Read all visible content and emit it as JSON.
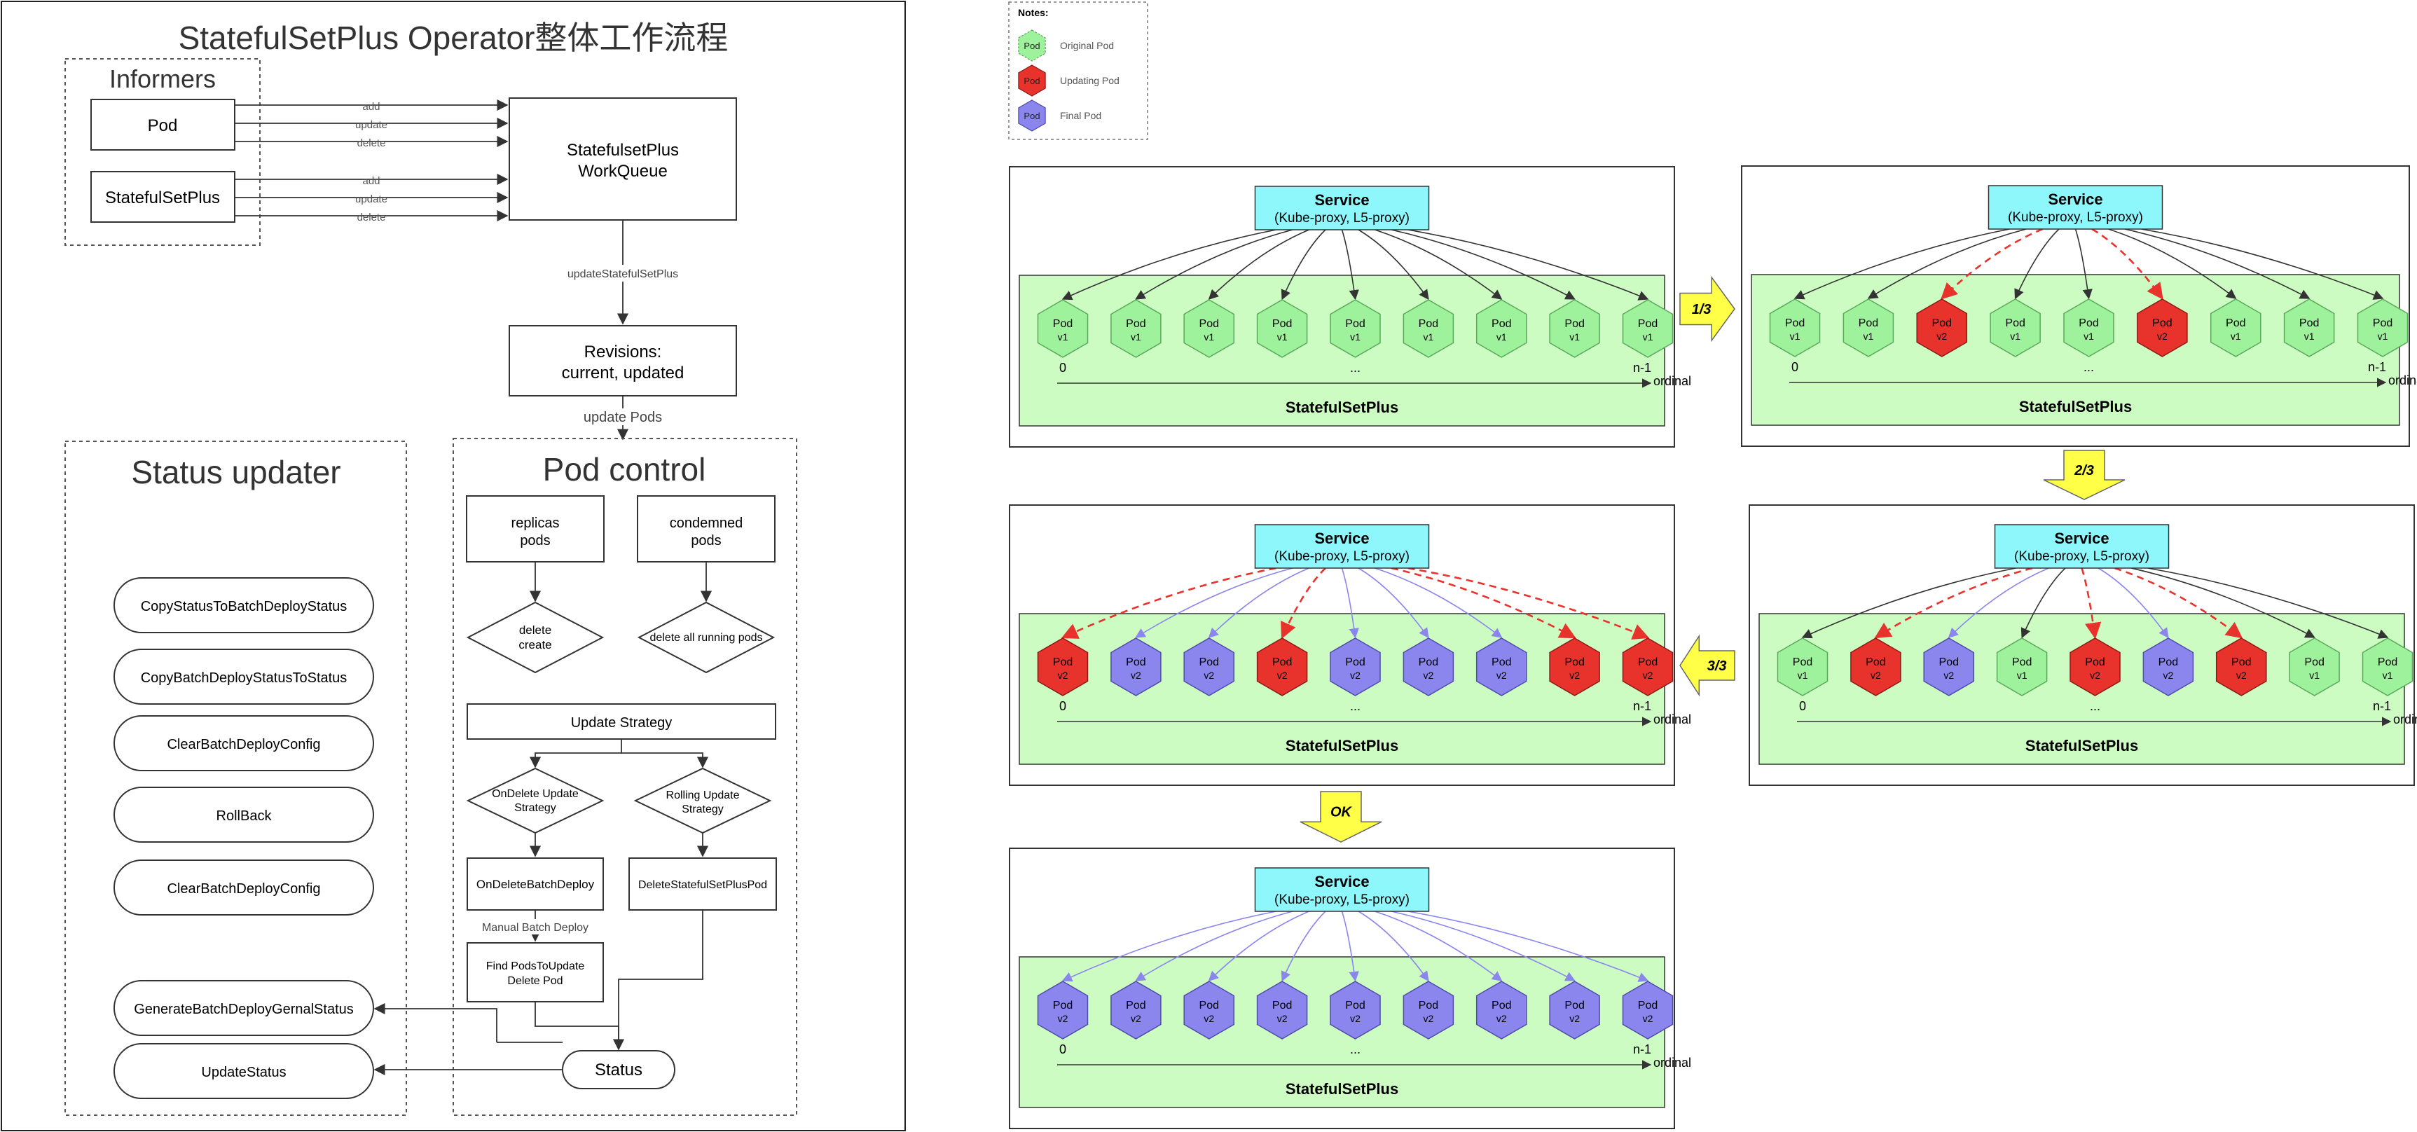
{
  "left": {
    "title": "StatefulSetPlus Operator整体工作流程",
    "informers": {
      "label": "Informers",
      "pod": "Pod",
      "statefulsetplus": "StatefulSetPlus",
      "edge_add": "add",
      "edge_update": "update",
      "edge_delete": "delete"
    },
    "workqueue": {
      "line1": "StatefulsetPlus",
      "line2": "WorkQueue"
    },
    "edge_update_ssp": "updateStatefulSetPlus",
    "revisions": {
      "line1": "Revisions:",
      "line2": "current, updated"
    },
    "edge_update_pods": "update Pods",
    "status_updater": {
      "label": "Status updater",
      "items": [
        "CopyStatusToBatchDeployStatus",
        "CopyBatchDeployStatusToStatus",
        "ClearBatchDeployConfig",
        "RollBack",
        "ClearBatchDeployConfig",
        "GenerateBatchDeployGernalStatus",
        "UpdateStatus"
      ]
    },
    "pod_control": {
      "label": "Pod control",
      "replicas": {
        "line1": "replicas",
        "line2": "pods"
      },
      "condemned": {
        "line1": "condemned",
        "line2": "pods"
      },
      "delete_create": {
        "line1": "delete",
        "line2": "create"
      },
      "delete_all": "delete all running pods",
      "update_strategy": "Update Strategy",
      "ondelete": {
        "line1": "OnDelete Update",
        "line2": "Strategy"
      },
      "rolling": {
        "line1": "Rolling Update",
        "line2": "Strategy"
      },
      "ondelete_batch": "OnDeleteBatchDeploy",
      "delete_ssp_pod": "DeleteStatefulSetPlusPod",
      "manual_batch": "Manual Batch Deploy",
      "find_pods": {
        "line1": "Find PodsToUpdate",
        "line2": "Delete Pod"
      },
      "status": "Status"
    }
  },
  "right": {
    "notes": {
      "title": "Notes:",
      "items": [
        {
          "pod": "Pod",
          "label": "Original Pod",
          "kind": "green"
        },
        {
          "pod": "Pod",
          "label": "Updating Pod",
          "kind": "red"
        },
        {
          "pod": "Pod",
          "label": "Final Pod",
          "kind": "blue"
        }
      ]
    },
    "common": {
      "service": "Service",
      "service_sub": "(Kube-proxy, L5-proxy)",
      "set_label": "StatefulSetPlus",
      "pod_label": "Pod",
      "ord_first": "0",
      "ord_mid": "...",
      "ord_last": "n-1",
      "ordinal": "ordinal"
    },
    "colors": {
      "green": "#9ef29b",
      "red": "#e8322c",
      "blue": "#8a86ee",
      "service_fill": "#8ef7fb",
      "set_fill": "#cdfcc3",
      "arrow_fill": "#ffff47",
      "red_edge": "#e8322c",
      "blue_edge": "#8a86ee"
    },
    "stage_arrows": [
      "1/3",
      "2/3",
      "3/3",
      "OK"
    ],
    "panels": [
      {
        "pods": [
          [
            "green",
            "v1"
          ],
          [
            "green",
            "v1"
          ],
          [
            "green",
            "v1"
          ],
          [
            "green",
            "v1"
          ],
          [
            "green",
            "v1"
          ],
          [
            "green",
            "v1"
          ],
          [
            "green",
            "v1"
          ],
          [
            "green",
            "v1"
          ],
          [
            "green",
            "v1"
          ]
        ]
      },
      {
        "pods": [
          [
            "green",
            "v1"
          ],
          [
            "green",
            "v1"
          ],
          [
            "red",
            "v2"
          ],
          [
            "green",
            "v1"
          ],
          [
            "green",
            "v1"
          ],
          [
            "red",
            "v2"
          ],
          [
            "green",
            "v1"
          ],
          [
            "green",
            "v1"
          ],
          [
            "green",
            "v1"
          ]
        ]
      },
      {
        "pods": [
          [
            "red",
            "v2"
          ],
          [
            "blue",
            "v2"
          ],
          [
            "blue",
            "v2"
          ],
          [
            "red",
            "v2"
          ],
          [
            "blue",
            "v2"
          ],
          [
            "blue",
            "v2"
          ],
          [
            "blue",
            "v2"
          ],
          [
            "red",
            "v2"
          ],
          [
            "red",
            "v2"
          ]
        ]
      },
      {
        "pods": [
          [
            "green",
            "v1"
          ],
          [
            "red",
            "v2"
          ],
          [
            "blue",
            "v2"
          ],
          [
            "green",
            "v1"
          ],
          [
            "red",
            "v2"
          ],
          [
            "blue",
            "v2"
          ],
          [
            "red",
            "v2"
          ],
          [
            "green",
            "v1"
          ],
          [
            "green",
            "v1"
          ]
        ]
      },
      {
        "pods": [
          [
            "blue",
            "v2"
          ],
          [
            "blue",
            "v2"
          ],
          [
            "blue",
            "v2"
          ],
          [
            "blue",
            "v2"
          ],
          [
            "blue",
            "v2"
          ],
          [
            "blue",
            "v2"
          ],
          [
            "blue",
            "v2"
          ],
          [
            "blue",
            "v2"
          ],
          [
            "blue",
            "v2"
          ]
        ]
      }
    ]
  }
}
